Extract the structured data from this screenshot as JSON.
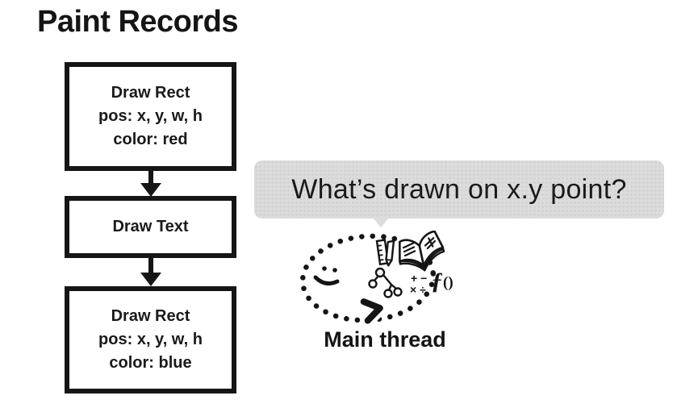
{
  "title": "Paint Records",
  "flow": {
    "boxes": [
      {
        "lines": [
          "Draw Rect",
          "pos: x, y, w, h",
          "color: red"
        ]
      },
      {
        "lines": [
          "Draw Text"
        ]
      },
      {
        "lines": [
          "Draw Rect",
          "pos: x, y, w, h",
          "color: blue"
        ]
      }
    ]
  },
  "bubble": {
    "text": "What’s drawn on x.y point?"
  },
  "doodle": {
    "label": "Main thread",
    "math_row1": "+ −",
    "math_row2": "× ÷",
    "fn_f": "ƒ",
    "fn_parens": "()"
  },
  "colors": {
    "ink": "#151515",
    "bubble_bg": "#dcdcdc",
    "background": "#ffffff"
  }
}
